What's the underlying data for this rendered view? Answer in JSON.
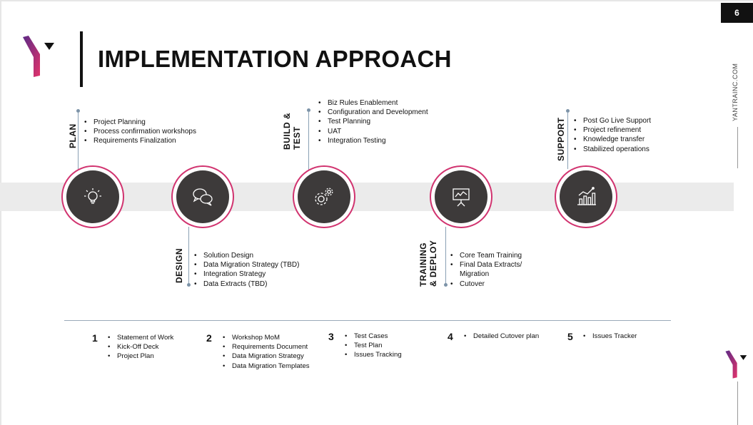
{
  "slide": {
    "page_number": "6",
    "title": "IMPLEMENTATION APPROACH",
    "website": "YANTRAINC.COM"
  },
  "stages": [
    {
      "label": "PLAN",
      "icon": "lightbulb-icon",
      "items": [
        "Project Planning",
        "Process confirmation workshops",
        "Requirements Finalization"
      ]
    },
    {
      "label": "DESIGN",
      "icon": "chat-bubbles-icon",
      "items": [
        "Solution Design",
        "Data Migration Strategy (TBD)",
        "Integration Strategy",
        "Data Extracts (TBD)"
      ]
    },
    {
      "label_lines": [
        "BUILD &",
        "TEST"
      ],
      "icon": "gears-icon",
      "items": [
        "Biz Rules Enablement",
        "Configuration and Development",
        "Test Planning",
        "UAT",
        "Integration Testing"
      ]
    },
    {
      "label_lines": [
        "TRAINING",
        "& DEPLOY"
      ],
      "icon": "presentation-board-icon",
      "items": [
        "Core Team Training",
        "Final Data Extracts/",
        "Migration",
        "Cutover"
      ]
    },
    {
      "label": "SUPPORT",
      "icon": "growth-chart-icon",
      "items": [
        "Post Go Live Support",
        "Project refinement",
        "Knowledge transfer",
        "Stabilized operations"
      ]
    }
  ],
  "deliverables": [
    {
      "number": "1",
      "items": [
        "Statement of Work",
        "Kick-Off Deck",
        "Project Plan"
      ]
    },
    {
      "number": "2",
      "items": [
        "Workshop MoM",
        "Requirements Document",
        "Data Migration Strategy",
        "Data Migration Templates"
      ]
    },
    {
      "number": "3",
      "items": [
        "Test Cases",
        "Test Plan",
        "Issues Tracking"
      ]
    },
    {
      "number": "4",
      "items": [
        "Detailed Cutover plan"
      ]
    },
    {
      "number": "5",
      "items": [
        "Issues Tracker"
      ]
    }
  ],
  "colors": {
    "accent": "#d1336f",
    "circle_fill": "#3d3a3a",
    "band": "#ebebeb",
    "connector": "#8aa0b4"
  }
}
